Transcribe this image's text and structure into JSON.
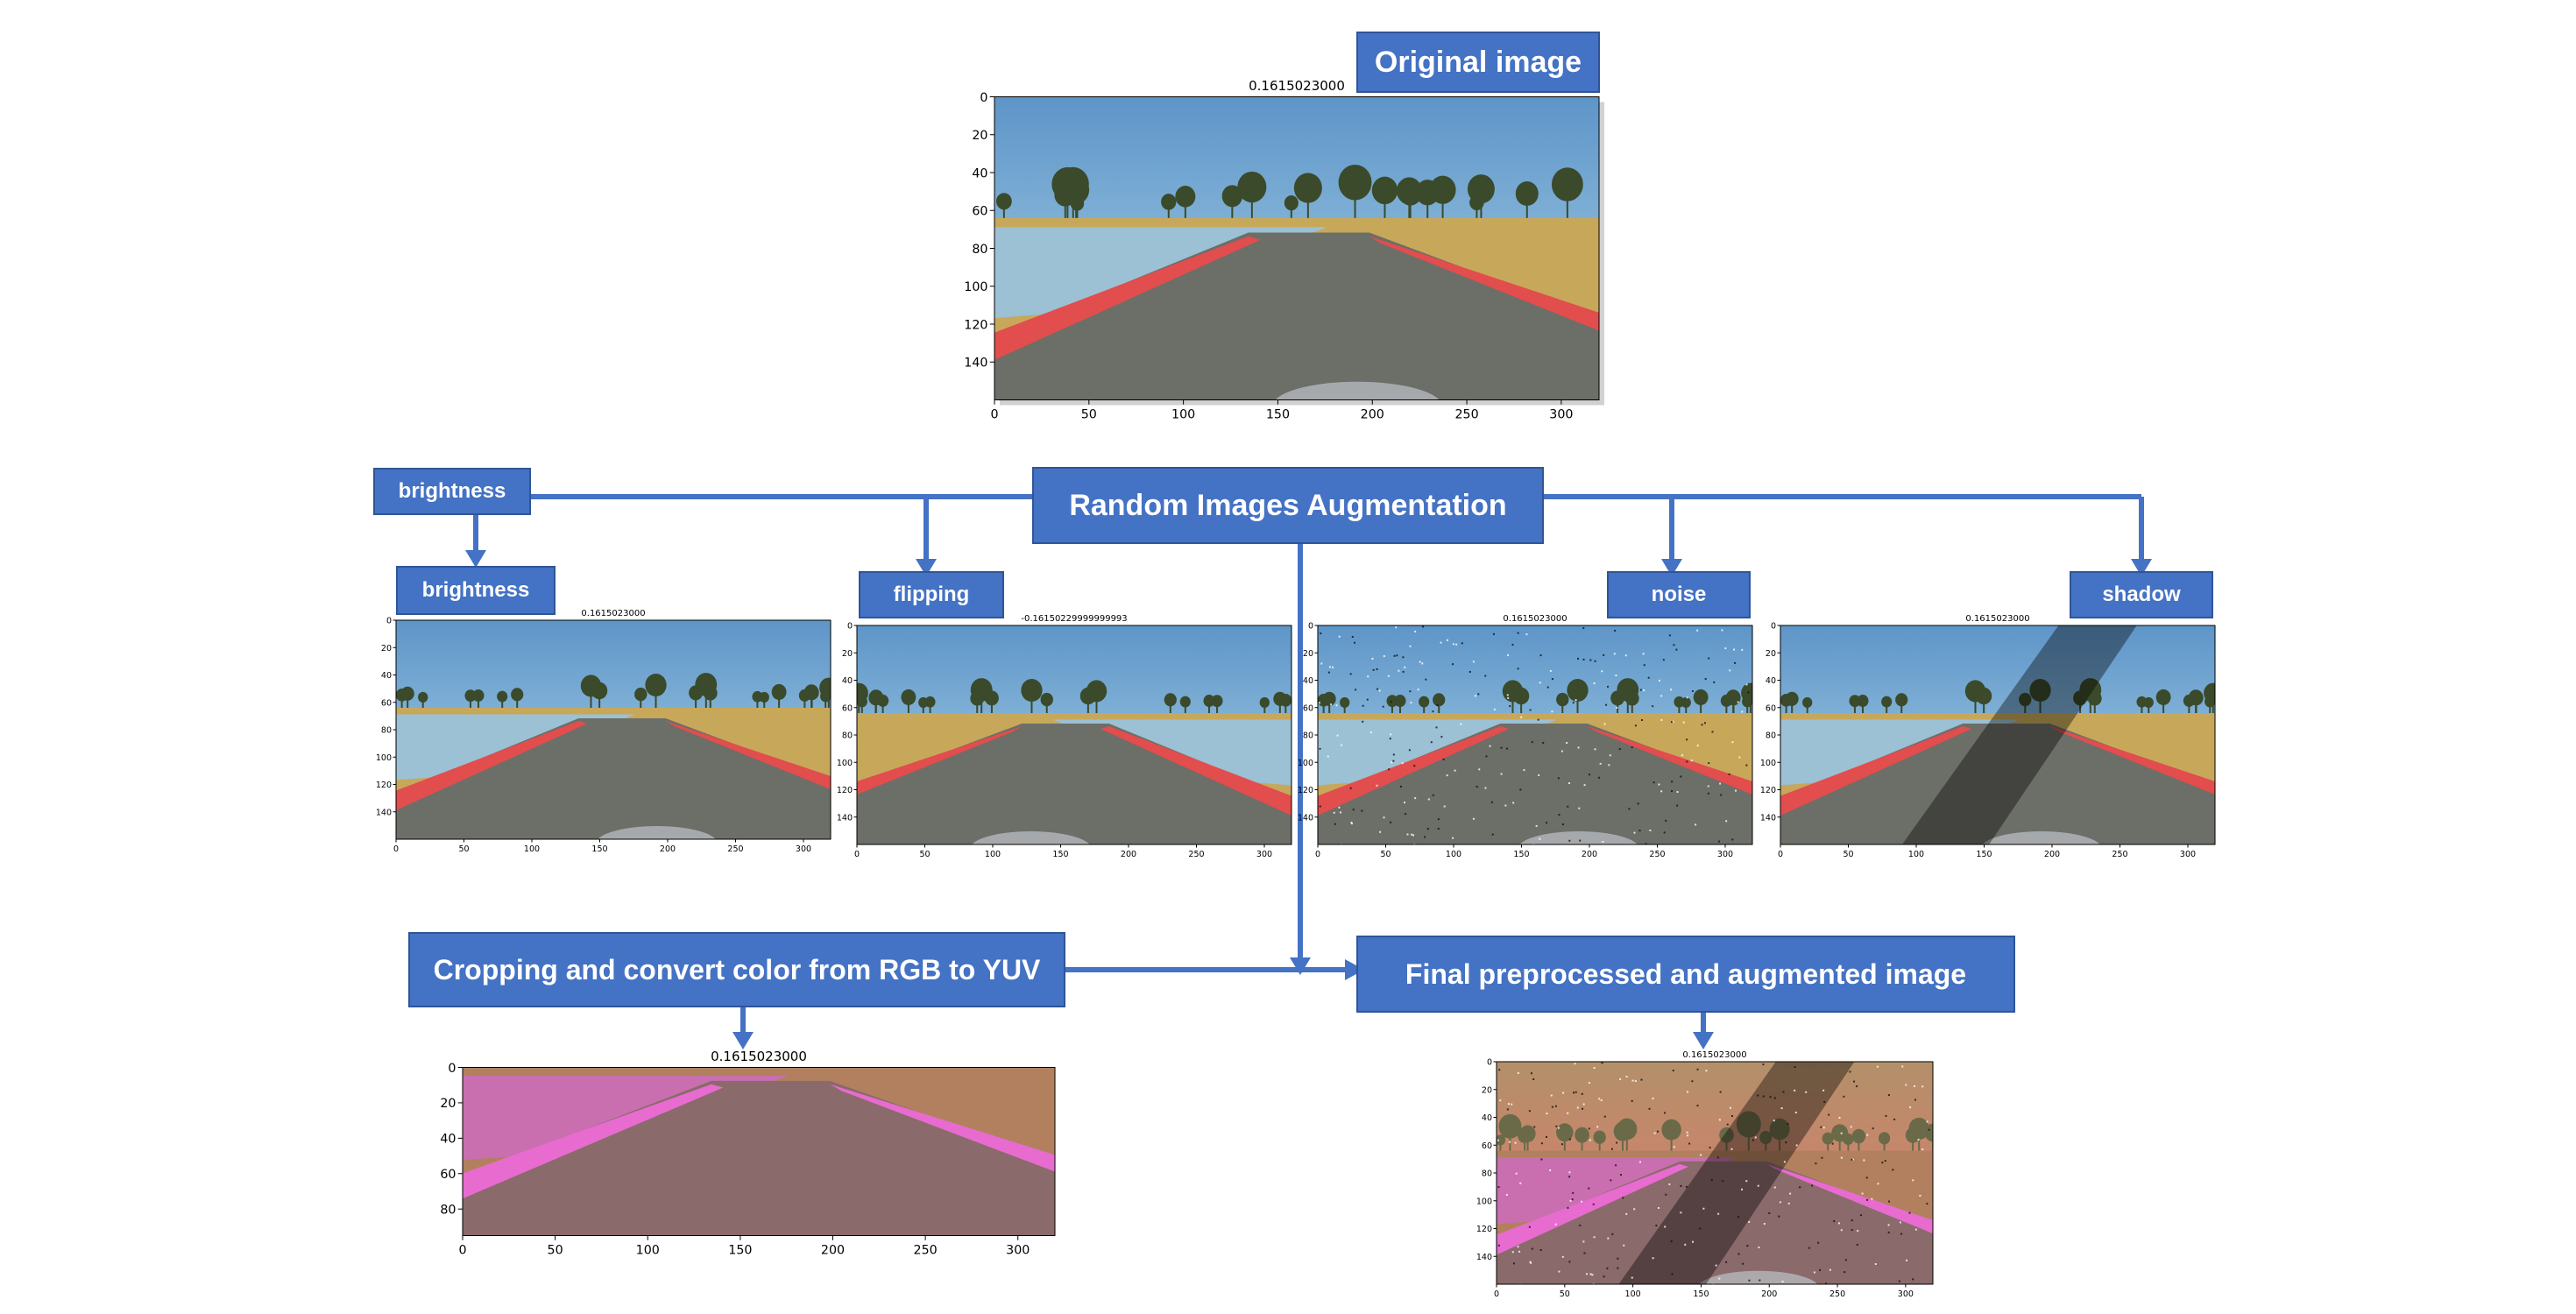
{
  "labels": {
    "original": "Original image",
    "random_aug": "Random Images Augmentation",
    "brightness_top": "brightness",
    "brightness": "brightness",
    "flipping": "flipping",
    "noise": "noise",
    "shadow": "shadow",
    "cropping": "Cropping and convert color from RGB to YUV",
    "final": "Final preprocessed and augmented image"
  },
  "plot_titles": {
    "original": "0.1615023000",
    "brightness": "0.1615023000",
    "flipping": "-0.16150229999999993",
    "noise": "0.1615023000",
    "shadow": "0.1615023000",
    "cropped": "0.1615023000",
    "final": "0.1615023000"
  },
  "axes": {
    "x_ticks": [
      "0",
      "50",
      "100",
      "150",
      "200",
      "250",
      "300"
    ],
    "y_ticks_full": [
      "0",
      "20",
      "40",
      "60",
      "80",
      "100",
      "120",
      "140"
    ],
    "y_ticks_cropped": [
      "0",
      "20",
      "40",
      "60",
      "80"
    ]
  },
  "colors": {
    "box_fill": "#4472c4",
    "box_border": "#2f5597",
    "connector": "#4472c4"
  }
}
